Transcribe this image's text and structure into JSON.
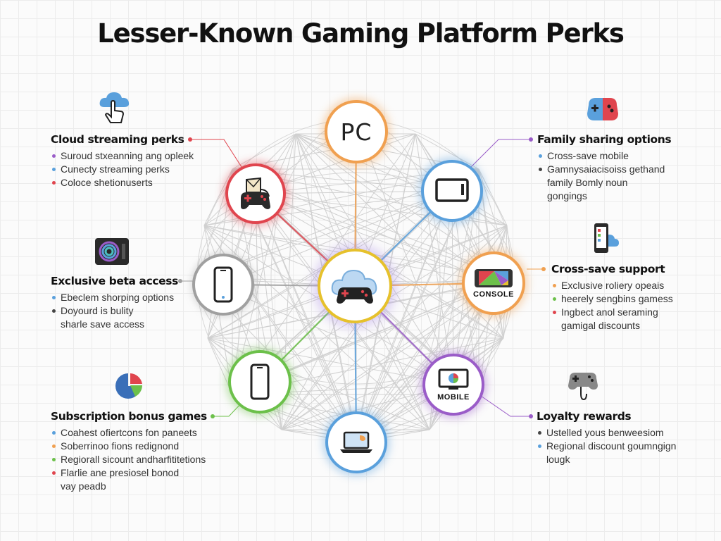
{
  "title": "Lesser-Known Gaming Platform Perks",
  "colors": {
    "red": "#e0454e",
    "blue": "#5aa0dc",
    "orange": "#f0a050",
    "green": "#6cc04a",
    "purple": "#9a5cc8",
    "gray": "#a0a0a0",
    "yellow": "#e6c12c",
    "teal": "#4cbfc0"
  },
  "nodes": {
    "pc": {
      "label": "PC",
      "icon": "pc-text"
    },
    "console": {
      "label": "CONSOLE",
      "icon": "handheld-console-icon"
    },
    "mobile": {
      "label": "MOBILE",
      "icon": "monitor-icon"
    },
    "center": {
      "icon": "cloud-gamepad-icon"
    },
    "gamepad": {
      "icon": "gamepad-icon"
    },
    "tv": {
      "icon": "tv-icon"
    },
    "phone_left": {
      "icon": "phone-icon"
    },
    "phone_bottom": {
      "icon": "phone-icon"
    },
    "laptop": {
      "icon": "laptop-icon"
    }
  },
  "panels": {
    "cloud": {
      "title": "Cloud streaming perks",
      "icon": "cloud-pointer-icon",
      "items": [
        {
          "text": "Suroud stxeanning ang opleek",
          "color": "#9a5cc8"
        },
        {
          "text": "Cunecty streaming perks",
          "color": "#5aa0dc"
        },
        {
          "text": "Coloce shetionuserts",
          "color": "#e0454e"
        }
      ]
    },
    "beta": {
      "title": "Exclusive beta access",
      "icon": "badge-icon",
      "items": [
        {
          "text": "Ebeclem shorping options",
          "color": "#5aa0dc"
        },
        {
          "text": "Doyourd is bulity",
          "color": "#444444",
          "cont": "sharle save access"
        }
      ]
    },
    "subscription": {
      "title": "Subscription bonus games",
      "icon": "pie-icon",
      "items": [
        {
          "text": "Coahest ofiertcons fon paneets",
          "color": "#5aa0dc"
        },
        {
          "text": "Soberrinoo fions redignond",
          "color": "#f0a050"
        },
        {
          "text": "Regiorall sicount andharfititetions",
          "color": "#6cc04a"
        },
        {
          "text": "Flarlie ane presiosel bonod",
          "color": "#e0454e",
          "cont": "vay peadb"
        }
      ]
    },
    "family": {
      "title": "Family sharing options",
      "icon": "controller-color-icon",
      "items": [
        {
          "text": "Cross-save mobile",
          "color": "#5aa0dc"
        },
        {
          "text": "Gamnysaiacisoiss gethand",
          "color": "#444444",
          "cont": "family Bomly noun",
          "cont2": "gongings"
        }
      ]
    },
    "crosssave": {
      "title": "Cross-save support",
      "icon": "phone-cloud-icon",
      "items": [
        {
          "text": "Exclusive roliery opeais",
          "color": "#f0a050"
        },
        {
          "text": "heerely sengbins gamess",
          "color": "#6cc04a"
        },
        {
          "text": "Ingbect anol seraming",
          "color": "#e0454e",
          "cont": "gamigal discounts"
        }
      ]
    },
    "loyalty": {
      "title": "Loyalty rewards",
      "icon": "joystick-icon",
      "items": [
        {
          "text": "Ustelled yous benweesiom",
          "color": "#444444"
        },
        {
          "text": "Regional discount goumngign",
          "color": "#5aa0dc",
          "cont": "lougk"
        }
      ]
    }
  }
}
